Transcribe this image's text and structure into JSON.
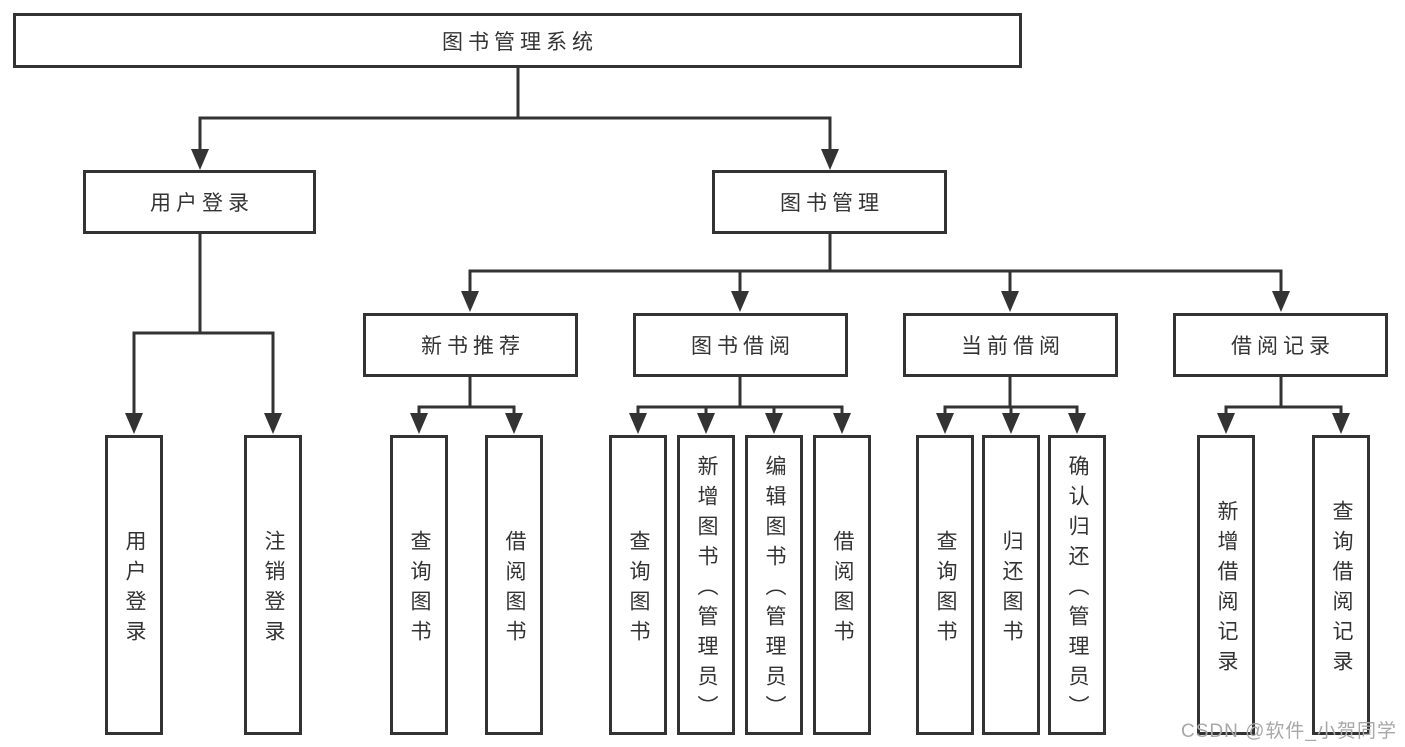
{
  "colors": {
    "line": "#333333",
    "text": "#333333",
    "box_fill": "#ffffff",
    "watermark": "#a8a8a8"
  },
  "tree": {
    "label": "图书管理系统",
    "children": [
      {
        "label": "用户登录",
        "children": [
          {
            "label": "用户登录"
          },
          {
            "label": "注销登录"
          }
        ]
      },
      {
        "label": "图书管理",
        "children": [
          {
            "label": "新书推荐",
            "children": [
              {
                "label": "查询图书"
              },
              {
                "label": "借阅图书"
              }
            ]
          },
          {
            "label": "图书借阅",
            "children": [
              {
                "label": "查询图书"
              },
              {
                "label": "新增图书（管理员）"
              },
              {
                "label": "编辑图书（管理员）"
              },
              {
                "label": "借阅图书"
              }
            ]
          },
          {
            "label": "当前借阅",
            "children": [
              {
                "label": "查询图书"
              },
              {
                "label": "归还图书"
              },
              {
                "label": "确认归还（管理员）"
              }
            ]
          },
          {
            "label": "借阅记录",
            "children": [
              {
                "label": "新增借阅记录"
              },
              {
                "label": "查询借阅记录"
              }
            ]
          }
        ]
      }
    ]
  },
  "watermark": {
    "text": "CSDN @软件_小贺同学"
  }
}
